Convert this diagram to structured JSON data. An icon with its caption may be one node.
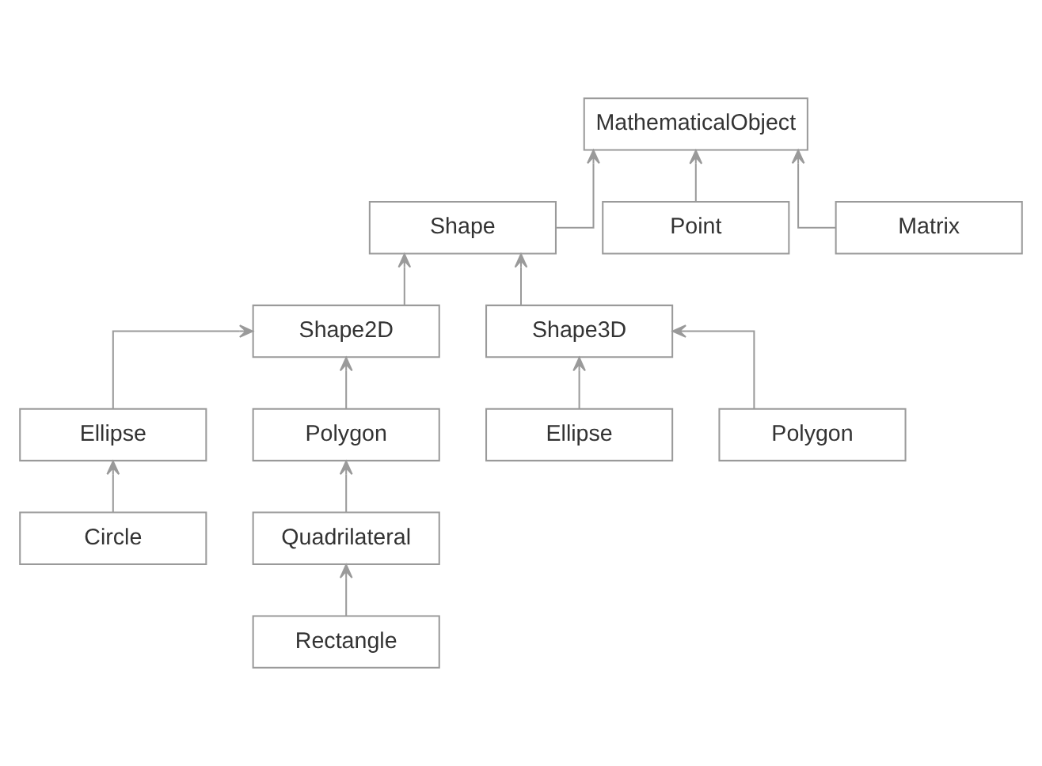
{
  "diagram": {
    "nodes": [
      {
        "text": [
          "MathematicalObject"
        ]
      },
      {
        "text": [
          "Shape"
        ]
      },
      {
        "text": [
          "Point"
        ]
      },
      {
        "text": [
          "Matrix"
        ]
      },
      {
        "text": [
          "Shape2D"
        ]
      },
      {
        "text": [
          "Shape3D"
        ]
      },
      {
        "text": [
          "Ellipse"
        ]
      },
      {
        "text": [
          "Polygon"
        ]
      },
      {
        "text": [
          "Ellipse"
        ]
      },
      {
        "text": [
          "Polygon"
        ]
      },
      {
        "text": [
          "Circle"
        ]
      },
      {
        "text": [
          "Quadrilateral"
        ]
      },
      {
        "text": [
          "Rectangle"
        ]
      }
    ],
    "edges": [
      {
        "from": 1,
        "to": 0,
        "arrow": "to"
      },
      {
        "from": 2,
        "to": 0,
        "arrow": "to"
      },
      {
        "from": 3,
        "to": 0,
        "arrow": "to"
      },
      {
        "from": 4,
        "to": 1,
        "arrow": "to"
      },
      {
        "from": 5,
        "to": 1,
        "arrow": "to"
      },
      {
        "from": 6,
        "to": 4,
        "arrow": "to"
      },
      {
        "from": 7,
        "to": 4,
        "arrow": "to"
      },
      {
        "from": 8,
        "to": 5,
        "arrow": "to"
      },
      {
        "from": 9,
        "to": 5,
        "arrow": "to"
      },
      {
        "from": 10,
        "to": 6,
        "arrow": "to"
      },
      {
        "from": 11,
        "to": 7,
        "arrow": "to"
      },
      {
        "from": 12,
        "to": 11,
        "arrow": "to"
      }
    ]
  }
}
